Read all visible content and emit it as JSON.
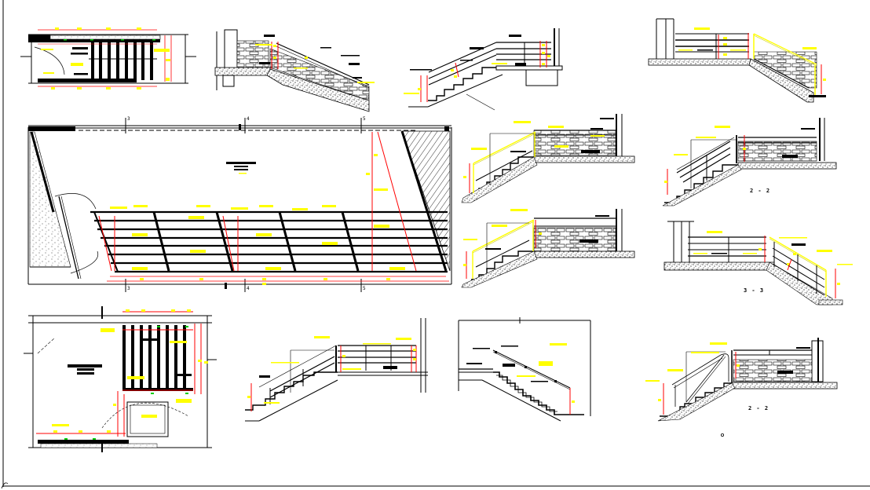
{
  "drawing": {
    "type": "CAD staircase and railing details sheet",
    "background": "#ffffff",
    "colors": {
      "linework": "#000000",
      "annotation": "#ffff00",
      "dimension": "#ff0000",
      "marker": "#00c000",
      "hatch": "#000000"
    },
    "views": [
      {
        "id": "plan-top-left",
        "kind": "plan",
        "title": ""
      },
      {
        "id": "section-a",
        "kind": "section",
        "title": ""
      },
      {
        "id": "section-b",
        "kind": "section",
        "title": ""
      },
      {
        "id": "section-top-right",
        "kind": "section",
        "title": ""
      },
      {
        "id": "plan-main",
        "kind": "plan",
        "title": ""
      },
      {
        "id": "section-mid-1",
        "kind": "section",
        "title": ""
      },
      {
        "id": "section-mid-2",
        "kind": "section",
        "title": ""
      },
      {
        "id": "section-2-2-a",
        "kind": "section",
        "title": "2 - 2"
      },
      {
        "id": "section-3-3",
        "kind": "section",
        "title": "3 - 3"
      },
      {
        "id": "plan-bottom-left",
        "kind": "plan",
        "title": ""
      },
      {
        "id": "section-bottom-1",
        "kind": "section",
        "title": ""
      },
      {
        "id": "section-bottom-2",
        "kind": "section",
        "title": ""
      },
      {
        "id": "section-2-2-b",
        "kind": "section",
        "title": "2 - 2"
      }
    ],
    "labels": {
      "section_2_2_a": "2 - 2",
      "section_3_3": "3 - 3",
      "section_2_2_b": "2 - 2"
    },
    "grid_markers": {
      "top": [
        "3",
        "4",
        "5"
      ],
      "bottom": [
        "3",
        "4",
        "5"
      ]
    }
  }
}
